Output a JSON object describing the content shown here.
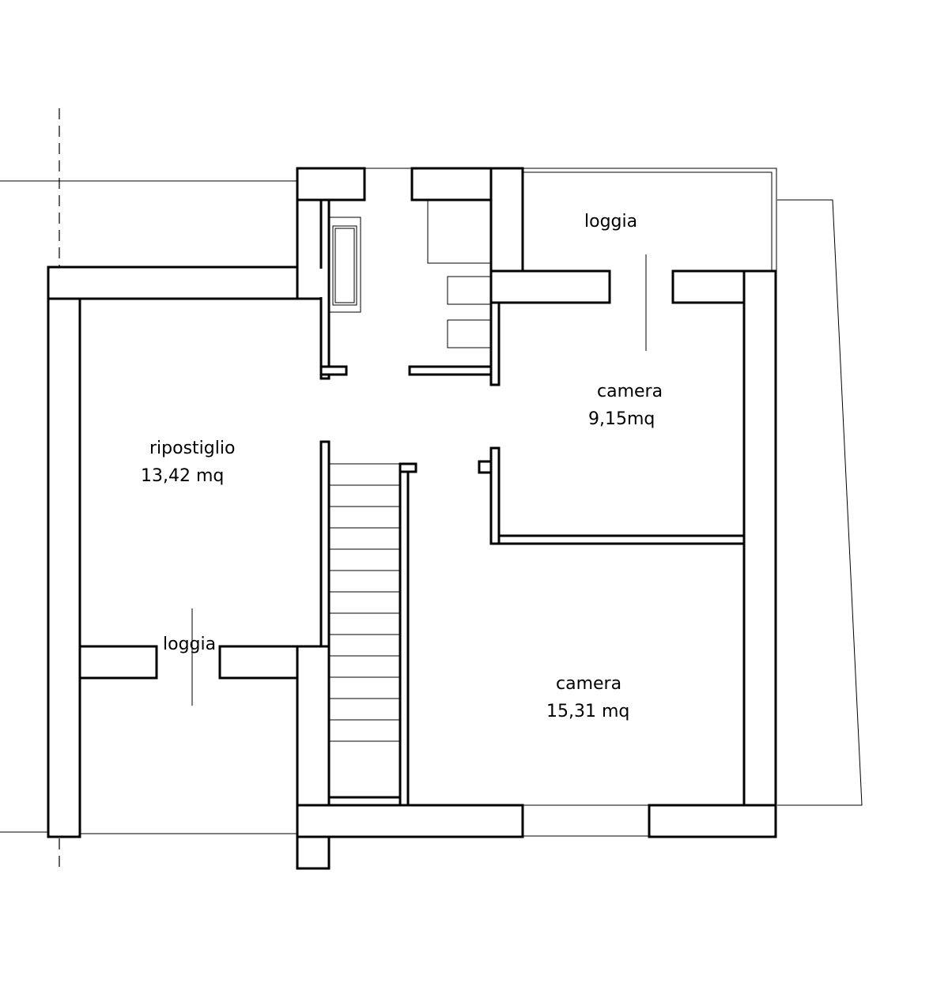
{
  "rooms": {
    "loggia_top": {
      "name": "loggia"
    },
    "camera_small": {
      "name": "camera",
      "area": "9,15mq"
    },
    "ripostiglio": {
      "name": "ripostiglio",
      "area": "13,42 mq"
    },
    "loggia_left": {
      "name": "loggia"
    },
    "camera_large": {
      "name": "camera",
      "area": "15,31 mq"
    }
  },
  "colors": {
    "line": "#000000",
    "background": "#ffffff"
  }
}
